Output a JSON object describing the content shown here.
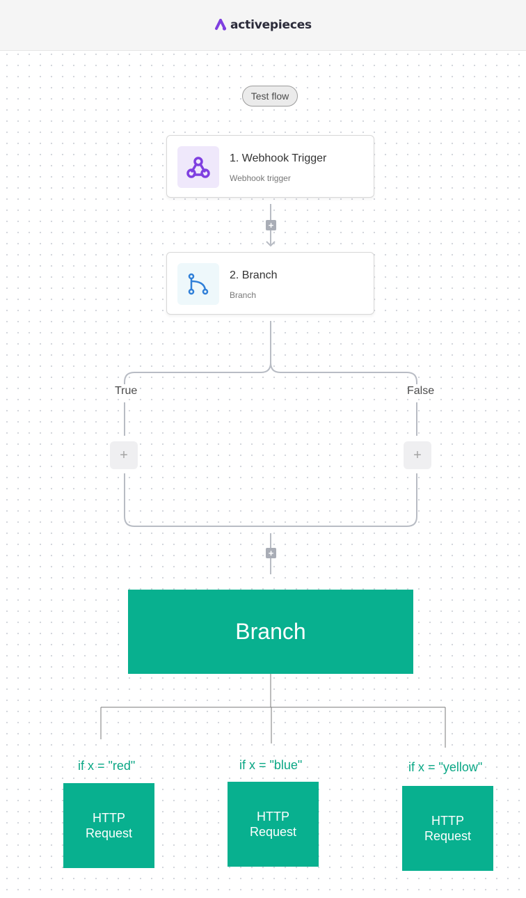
{
  "header": {
    "brand": "activepieces"
  },
  "toolbar": {
    "test_flow": "Test flow"
  },
  "steps": [
    {
      "title": "1. Webhook Trigger",
      "subtitle": "Webhook trigger",
      "icon": "webhook-icon"
    },
    {
      "title": "2. Branch",
      "subtitle": "Branch",
      "icon": "branch-icon"
    }
  ],
  "branches": {
    "true_label": "True",
    "false_label": "False"
  },
  "diagram": {
    "root": "Branch",
    "conditions": [
      "if x = \"red\"",
      "if x = \"blue\"",
      "if x = \"yellow\""
    ],
    "actions": [
      {
        "line1": "HTTP",
        "line2": "Request"
      },
      {
        "line1": "HTTP",
        "line2": "Request"
      },
      {
        "line1": "HTTP",
        "line2": "Request"
      }
    ]
  },
  "colors": {
    "brand": "#7f3fe0",
    "teal": "#08b08f",
    "condition_text": "#0aa785"
  }
}
